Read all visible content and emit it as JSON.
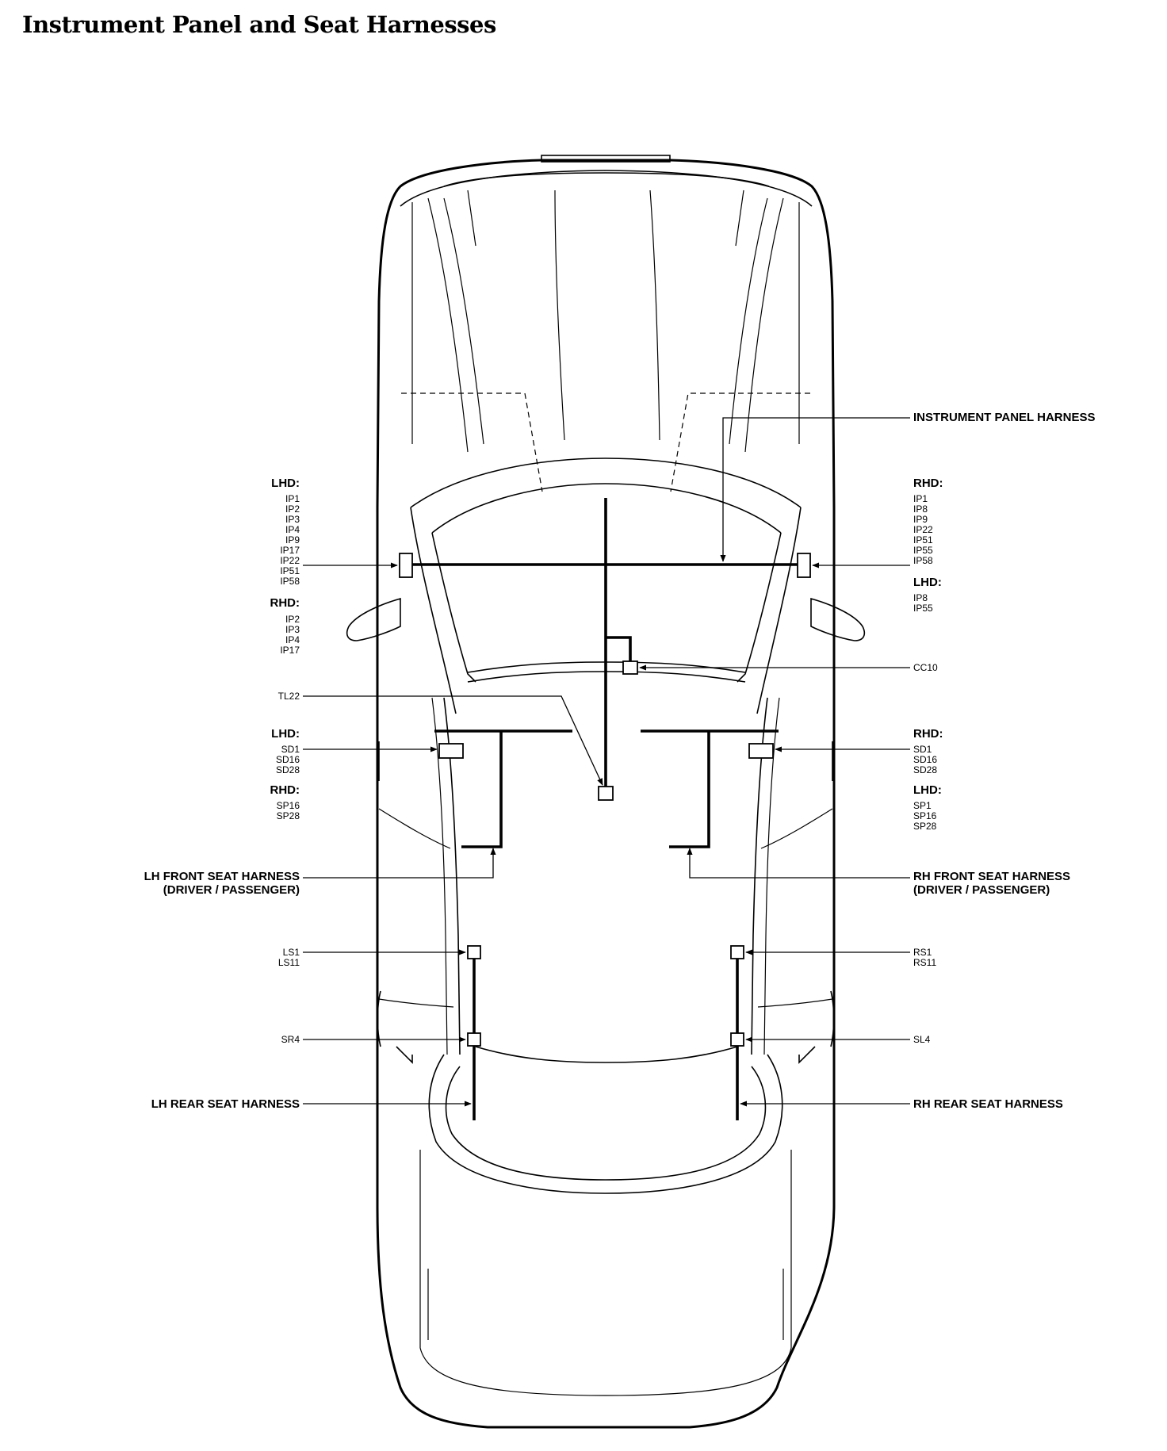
{
  "title": "Instrument Panel and Seat Harnesses",
  "labels": {
    "ip_harness": "INSTRUMENT PANEL HARNESS",
    "lh_front_seat": "LH FRONT SEAT HARNESS",
    "lh_front_seat_sub": "(DRIVER / PASSENGER)",
    "rh_front_seat": "RH FRONT SEAT HARNESS",
    "rh_front_seat_sub": "(DRIVER / PASSENGER)",
    "lh_rear_seat": "LH REAR SEAT HARNESS",
    "rh_rear_seat": "RH REAR SEAT HARNESS"
  },
  "connector_groups": {
    "left_ip": {
      "h1": "LHD:",
      "c1": [
        "IP1",
        "IP2",
        "IP3",
        "IP4",
        "IP9",
        "IP17",
        "IP22",
        "IP51",
        "IP58"
      ],
      "h2": "RHD:",
      "c2": [
        "IP2",
        "IP3",
        "IP4",
        "IP17"
      ]
    },
    "right_ip": {
      "h1": "RHD:",
      "c1": [
        "IP1",
        "IP8",
        "IP9",
        "IP22",
        "IP51",
        "IP55",
        "IP58"
      ],
      "h2": "LHD:",
      "c2": [
        "IP8",
        "IP55"
      ]
    },
    "cc10": [
      "CC10"
    ],
    "tl22": [
      "TL22"
    ],
    "left_seat": {
      "h1": "LHD:",
      "c1": [
        "SD1",
        "SD16",
        "SD28"
      ],
      "h2": "RHD:",
      "c2": [
        "SP16",
        "SP28"
      ]
    },
    "right_seat": {
      "h1": "RHD:",
      "c1": [
        "SD1",
        "SD16",
        "SD28"
      ],
      "h2": "LHD:",
      "c2": [
        "SP1",
        "SP16",
        "SP28"
      ]
    },
    "ls": [
      "LS1",
      "LS11"
    ],
    "rs": [
      "RS1",
      "RS11"
    ],
    "sr4": [
      "SR4"
    ],
    "sl4": [
      "SL4"
    ]
  }
}
